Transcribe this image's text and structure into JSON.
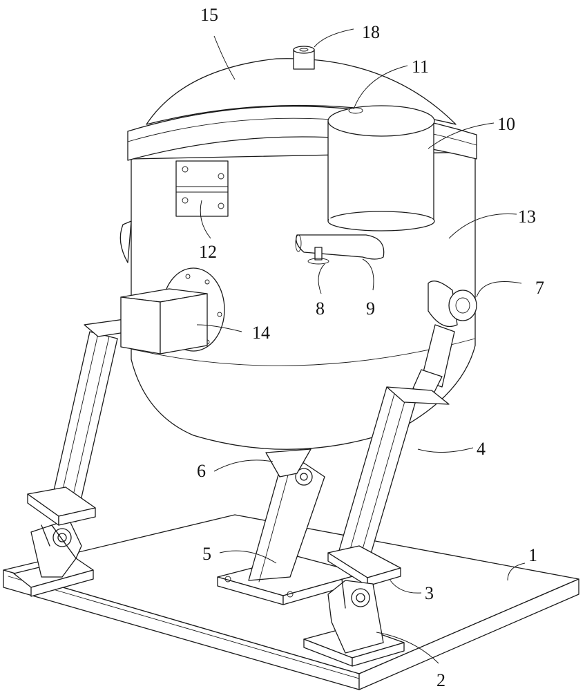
{
  "figure": {
    "type": "patent-style mechanical perspective drawing",
    "reference_numerals": [
      {
        "id": "1",
        "text": "1"
      },
      {
        "id": "2",
        "text": "2"
      },
      {
        "id": "3",
        "text": "3"
      },
      {
        "id": "4",
        "text": "4"
      },
      {
        "id": "5",
        "text": "5"
      },
      {
        "id": "6",
        "text": "6"
      },
      {
        "id": "7",
        "text": "7"
      },
      {
        "id": "8",
        "text": "8"
      },
      {
        "id": "9",
        "text": "9"
      },
      {
        "id": "10",
        "text": "10"
      },
      {
        "id": "11",
        "text": "11"
      },
      {
        "id": "12",
        "text": "12"
      },
      {
        "id": "13",
        "text": "13"
      },
      {
        "id": "14",
        "text": "14"
      },
      {
        "id": "15",
        "text": "15"
      },
      {
        "id": "18",
        "text": "18"
      }
    ]
  }
}
